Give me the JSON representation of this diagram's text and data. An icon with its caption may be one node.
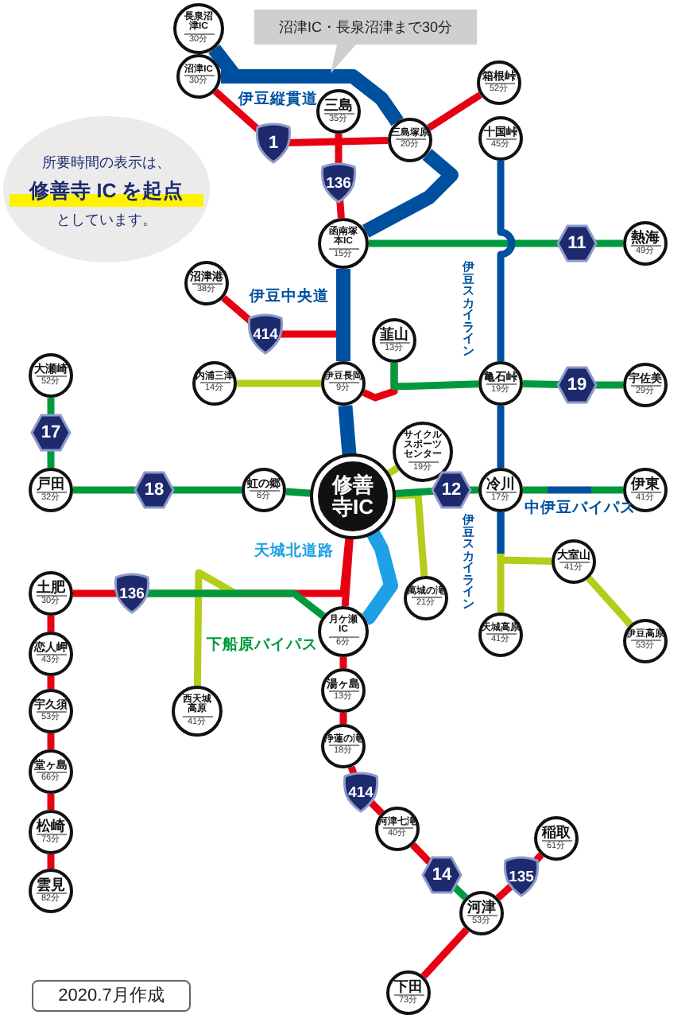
{
  "diagram": {
    "nodes": [
      {
        "text": [
          "沼津IC・長泉沼津まで30分"
        ]
      },
      {
        "text": [
          "長泉沼津IC",
          "30分"
        ]
      },
      {
        "text": [
          "沼津IC",
          "30分"
        ]
      },
      {
        "text": [
          "三島",
          "35分"
        ]
      },
      {
        "text": [
          "箱根峠",
          "52分"
        ]
      },
      {
        "text": [
          "三島塚原",
          "20分"
        ]
      },
      {
        "text": [
          "十国峠",
          "45分"
        ]
      },
      {
        "text": [
          "1"
        ]
      },
      {
        "text": [
          "所要時間の表示は、**修善寺 IC を起点**としています。"
        ]
      },
      {
        "text": [
          "136"
        ]
      },
      {
        "text": [
          "函南塚本IC",
          "15分"
        ]
      },
      {
        "text": [
          "11"
        ]
      },
      {
        "text": [
          "熱海",
          "49分"
        ]
      },
      {
        "text": [
          "沼津港",
          "38分"
        ]
      },
      {
        "text": [
          "414"
        ]
      },
      {
        "text": [
          "韮山",
          "13分"
        ]
      },
      {
        "text": [
          "大瀬崎",
          "52分"
        ]
      },
      {
        "text": [
          "内浦三津",
          "14分"
        ]
      },
      {
        "text": [
          "伊豆長岡",
          "9分"
        ]
      },
      {
        "text": [
          "亀石峠",
          "19分"
        ]
      },
      {
        "text": [
          "19"
        ]
      },
      {
        "text": [
          "宇佐美",
          "29分"
        ]
      },
      {
        "text": [
          "17"
        ]
      },
      {
        "text": [
          "サイクルスポーツセンター",
          "19分"
        ]
      },
      {
        "text": [
          "戸田",
          "32分"
        ]
      },
      {
        "text": [
          "18"
        ]
      },
      {
        "text": [
          "虹の郷",
          "6分"
        ]
      },
      {
        "text": [
          "修善寺IC"
        ]
      },
      {
        "text": [
          "12"
        ]
      },
      {
        "text": [
          "冷川",
          "17分"
        ]
      },
      {
        "text": [
          "伊東",
          "41分"
        ]
      },
      {
        "text": [
          "大室山",
          "41分"
        ]
      },
      {
        "text": [
          "土肥",
          "30分"
        ]
      },
      {
        "text": [
          "136"
        ]
      },
      {
        "text": [
          "萬城の滝",
          "21分"
        ]
      },
      {
        "text": [
          "月ケ瀬IC",
          "6分"
        ]
      },
      {
        "text": [
          "天城高原",
          "41分"
        ]
      },
      {
        "text": [
          "伊豆高原",
          "53分"
        ]
      },
      {
        "text": [
          "恋人岬",
          "43分"
        ]
      },
      {
        "text": [
          "湯ヶ島",
          "13分"
        ]
      },
      {
        "text": [
          "宇久須",
          "53分"
        ]
      },
      {
        "text": [
          "西天城高原",
          "41分"
        ]
      },
      {
        "text": [
          "浄蓮の滝",
          "18分"
        ]
      },
      {
        "text": [
          "堂ヶ島",
          "66分"
        ]
      },
      {
        "text": [
          "414"
        ]
      },
      {
        "text": [
          "河津七滝",
          "40分"
        ]
      },
      {
        "text": [
          "稲取",
          "61分"
        ]
      },
      {
        "text": [
          "14"
        ]
      },
      {
        "text": [
          "135"
        ]
      },
      {
        "text": [
          "松崎",
          "73分"
        ]
      },
      {
        "text": [
          "河津",
          "53分"
        ]
      },
      {
        "text": [
          "雲見",
          "82分"
        ]
      },
      {
        "text": [
          "下田",
          "73分"
        ]
      },
      {
        "text": [
          "2020.7月作成"
        ]
      }
    ],
    "edges": [
      {
        "from": 1,
        "to": 5,
        "arrow": "none",
        "style": "thick",
        "color": "#0050a0"
      },
      {
        "from": 2,
        "to": 5,
        "arrow": "none",
        "style": "thick",
        "color": "#0050a0"
      },
      {
        "from": 5,
        "to": 10,
        "arrow": "none",
        "style": "thick",
        "color": "#0050a0"
      },
      {
        "from": 10,
        "to": 18,
        "arrow": "none",
        "style": "thick",
        "color": "#0050a0"
      },
      {
        "from": 18,
        "to": 27,
        "arrow": "none",
        "style": "thick",
        "color": "#0050a0"
      },
      {
        "from": 2,
        "to": 7,
        "arrow": "none"
      },
      {
        "from": 7,
        "to": 5,
        "arrow": "none"
      },
      {
        "from": 3,
        "to": 9,
        "arrow": "none"
      },
      {
        "from": 9,
        "to": 10,
        "arrow": "none"
      },
      {
        "from": 5,
        "to": 4,
        "arrow": "none"
      },
      {
        "from": 13,
        "to": 14,
        "arrow": "none"
      },
      {
        "from": 14,
        "to": 18,
        "arrow": "none"
      },
      {
        "from": 15,
        "to": 18,
        "arrow": "none"
      },
      {
        "from": 10,
        "to": 11,
        "arrow": "none",
        "color": "#009a3e"
      },
      {
        "from": 11,
        "to": 12,
        "arrow": "none",
        "color": "#009a3e"
      },
      {
        "from": 15,
        "to": 19,
        "arrow": "none",
        "color": "#009a3e"
      },
      {
        "from": 19,
        "to": 20,
        "arrow": "none",
        "color": "#009a3e"
      },
      {
        "from": 20,
        "to": 21,
        "arrow": "none",
        "color": "#009a3e"
      },
      {
        "from": 6,
        "to": 19,
        "arrow": "none",
        "color": "#0050a0"
      },
      {
        "from": 19,
        "to": 29,
        "arrow": "none",
        "color": "#0050a0"
      },
      {
        "from": 29,
        "to": 31,
        "arrow": "none",
        "color": "#b5cc18"
      },
      {
        "from": 29,
        "to": 36,
        "arrow": "none",
        "color": "#b5cc18"
      },
      {
        "from": 31,
        "to": 37,
        "arrow": "none",
        "color": "#b5cc18"
      },
      {
        "from": 16,
        "to": 22,
        "arrow": "none",
        "color": "#009a3e"
      },
      {
        "from": 22,
        "to": 24,
        "arrow": "none",
        "color": "#009a3e"
      },
      {
        "from": 24,
        "to": 25,
        "arrow": "none",
        "color": "#009a3e"
      },
      {
        "from": 25,
        "to": 26,
        "arrow": "none",
        "color": "#009a3e"
      },
      {
        "from": 26,
        "to": 27,
        "arrow": "none",
        "color": "#009a3e"
      },
      {
        "from": 27,
        "to": 28,
        "arrow": "none",
        "color": "#009a3e"
      },
      {
        "from": 28,
        "to": 29,
        "arrow": "none",
        "color": "#009a3e"
      },
      {
        "from": 29,
        "to": 30,
        "arrow": "none",
        "color": "#009a3e"
      },
      {
        "from": 17,
        "to": 18,
        "arrow": "none",
        "color": "#b5cc18"
      },
      {
        "from": 27,
        "to": 23,
        "arrow": "none",
        "color": "#b5cc18"
      },
      {
        "from": 27,
        "to": 34,
        "arrow": "none",
        "color": "#b5cc18"
      },
      {
        "from": 27,
        "to": 35,
        "arrow": "none",
        "style": "thick",
        "color": "#1ea0e6"
      },
      {
        "from": 27,
        "to": 35,
        "arrow": "none"
      },
      {
        "from": 35,
        "to": 39,
        "arrow": "none"
      },
      {
        "from": 39,
        "to": 42,
        "arrow": "none"
      },
      {
        "from": 42,
        "to": 44,
        "arrow": "none"
      },
      {
        "from": 44,
        "to": 45,
        "arrow": "none"
      },
      {
        "from": 45,
        "to": 47,
        "arrow": "none"
      },
      {
        "from": 47,
        "to": 50,
        "arrow": "none",
        "color": "#009a3e"
      },
      {
        "from": 50,
        "to": 52,
        "arrow": "none"
      },
      {
        "from": 50,
        "to": 48,
        "arrow": "none"
      },
      {
        "from": 48,
        "to": 46,
        "arrow": "none"
      },
      {
        "from": 32,
        "to": 33,
        "arrow": "none"
      },
      {
        "from": 33,
        "to": 27,
        "arrow": "none"
      },
      {
        "from": 33,
        "to": 35,
        "arrow": "none",
        "color": "#009a3e"
      },
      {
        "from": 33,
        "to": 41,
        "arrow": "none",
        "color": "#b5cc18"
      },
      {
        "from": 32,
        "to": 38,
        "arrow": "none"
      },
      {
        "from": 38,
        "to": 40,
        "arrow": "none"
      },
      {
        "from": 40,
        "to": 43,
        "arrow": "none"
      },
      {
        "from": 43,
        "to": 49,
        "arrow": "none"
      },
      {
        "from": 49,
        "to": 51,
        "arrow": "none"
      }
    ],
    "labels": [
      "伊豆縦貫道",
      "伊豆中央道",
      "伊豆スカイライン",
      "中伊豆バイパス",
      "天城北道路",
      "伊豆スカイライン",
      "下船原バイパス"
    ]
  }
}
